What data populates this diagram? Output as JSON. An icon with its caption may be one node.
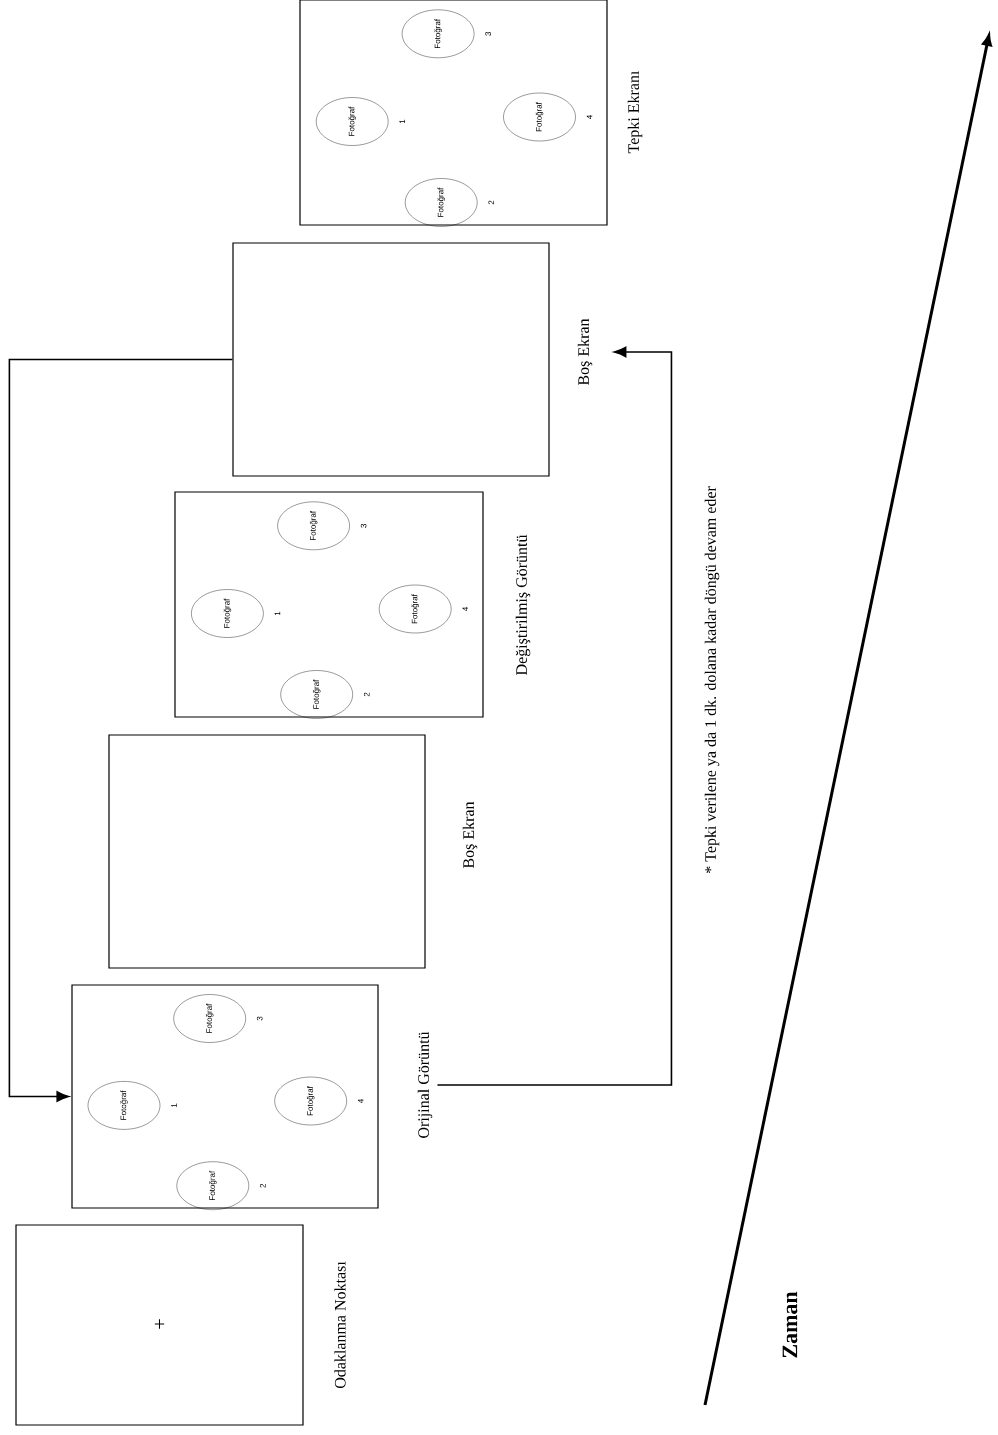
{
  "diagram": {
    "nodes": [
      {
        "text": [
          "+"
        ],
        "beside": [
          "Odaklanma Noktası"
        ]
      },
      {
        "text": [],
        "shape": "box",
        "beside": [
          "Orijinal Görüntü"
        ]
      },
      {
        "text": [
          "Fotoğraf"
        ],
        "beside": [
          "1"
        ],
        "in": 1
      },
      {
        "text": [
          "Fotoğraf"
        ],
        "beside": [
          "3"
        ],
        "in": 1
      },
      {
        "text": [
          "Fotoğraf"
        ],
        "beside": [
          "2"
        ],
        "in": 1
      },
      {
        "text": [
          "Fotoğraf"
        ],
        "beside": [
          "4"
        ],
        "in": 1
      },
      {
        "text": [],
        "shape": "box",
        "beside": [
          "Boş Ekran"
        ]
      },
      {
        "text": [],
        "shape": "box",
        "beside": [
          "Değiştirilmiş Görüntü"
        ]
      },
      {
        "text": [
          "Fotoğraf"
        ],
        "beside": [
          "1"
        ],
        "in": 7
      },
      {
        "text": [
          "Fotoğraf"
        ],
        "beside": [
          "3"
        ],
        "in": 7
      },
      {
        "text": [
          "Fotoğraf"
        ],
        "beside": [
          "2"
        ],
        "in": 7
      },
      {
        "text": [
          "Fotoğraf"
        ],
        "beside": [
          "4"
        ],
        "in": 7
      },
      {
        "text": [],
        "shape": "box",
        "beside": [
          "Boş Ekran"
        ]
      },
      {
        "text": [],
        "shape": "box",
        "beside": [
          "Tepki Ekranı"
        ]
      },
      {
        "text": [
          "Fotoğraf"
        ],
        "beside": [
          "1"
        ],
        "in": 13
      },
      {
        "text": [
          "Fotoğraf"
        ],
        "beside": [
          "3"
        ],
        "in": 13
      },
      {
        "text": [
          "Fotoğraf"
        ],
        "beside": [
          "2"
        ],
        "in": 13
      },
      {
        "text": [
          "Fotoğraf"
        ],
        "beside": [
          "4"
        ],
        "in": 13
      }
    ],
    "edges": [
      {
        "from": 12,
        "to": 1,
        "arrow": "to"
      },
      {
        "from": 1,
        "to": 12,
        "arrow": "to",
        "label": "* Tepki verilene ya da 1 dk. dolana kadar döngü devam eder"
      }
    ],
    "labels": [
      "Zaman"
    ]
  }
}
